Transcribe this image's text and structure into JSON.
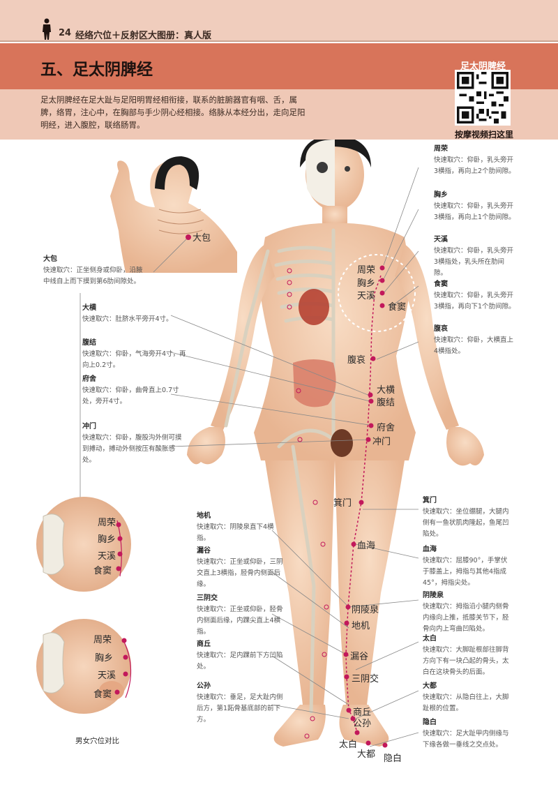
{
  "header": {
    "page_number": "24",
    "book_title": "经络穴位＋反射区大图册：真人版"
  },
  "chapter": {
    "title": "五、足太阴脾经",
    "intro": "足太阴脾经在足大趾与足阳明胃经相衔接，联系的脏腑器官有咽、舌，属脾，络胃，注心中，在胸部与手少阴心经相接。络脉从本经分出，走向足阳明经，进入腹腔，联络肠胃。"
  },
  "qr": {
    "title": "足太阴脾经",
    "caption": "按摩视频扫这里"
  },
  "entries_left": [
    {
      "name": "大包",
      "desc": "快速取穴：正坐侧身或仰卧，沿腋中线自上而下摸到第6肋间隙处。"
    },
    {
      "name": "大横",
      "desc": "快速取穴：肚脐水平旁开4寸。"
    },
    {
      "name": "腹结",
      "desc": "快速取穴：仰卧，气海旁开4寸，再向上0.2寸。"
    },
    {
      "name": "府舍",
      "desc": "快速取穴：仰卧，曲骨直上0.7寸处，旁开4寸。"
    },
    {
      "name": "冲门",
      "desc": "快速取穴：仰卧，腹股沟外侧可摸到搏动，搏动外侧按压有酸胀感处。"
    }
  ],
  "entries_mid": [
    {
      "name": "地机",
      "desc": "快速取穴：阴陵泉直下4横指。"
    },
    {
      "name": "漏谷",
      "desc": "快速取穴：正坐或仰卧，三阴交直上3横指，胫骨内侧面后缘。"
    },
    {
      "name": "三阴交",
      "desc": "快速取穴：正坐或仰卧，胫骨内侧面后缘，内踝尖直上4横指。"
    },
    {
      "name": "商丘",
      "desc": "快速取穴：足内踝前下方凹陷处。"
    },
    {
      "name": "公孙",
      "desc": "快速取穴：垂足，足大趾内侧后方，第1跖骨基底部的前下方。"
    }
  ],
  "entries_right": [
    {
      "name": "周荣",
      "desc": "快速取穴：仰卧，乳头旁开3横指，再向上2个肋间隙。"
    },
    {
      "name": "胸乡",
      "desc": "快速取穴：仰卧，乳头旁开3横指，再向上1个肋间隙。"
    },
    {
      "name": "天溪",
      "desc": "快速取穴：仰卧，乳头旁开3横指处，乳头所在肋间隙。"
    },
    {
      "name": "食窦",
      "desc": "快速取穴：仰卧，乳头旁开3横指，再向下1个肋间隙。"
    },
    {
      "name": "腹哀",
      "desc": "快速取穴：仰卧，大横直上4横指处。"
    }
  ],
  "entries_right_lower": [
    {
      "name": "箕门",
      "desc": "快速取穴：坐位绷腿，大腿内侧有一鱼状肌肉隆起，鱼尾凹陷处。"
    },
    {
      "name": "血海",
      "desc": "快速取穴：屈膝90°，手掌伏于膝盖上，拇指与其他4指成45°，拇指尖处。"
    },
    {
      "name": "阴陵泉",
      "desc": "快速取穴：拇指沿小腿内侧骨内缘向上推，抵膝关节下，胫骨向内上弯曲凹陷处。"
    },
    {
      "name": "太白",
      "desc": "快速取穴：大脚趾根部往脚背方向下有一块凸起的骨头，太白在这块骨头的后面。"
    },
    {
      "name": "大都",
      "desc": "快速取穴：从隐白往上，大脚趾根的位置。"
    },
    {
      "name": "隐白",
      "desc": "快速取穴：足大趾甲内侧缘与下缘各做一垂线之交点处。"
    }
  ],
  "point_labels": {
    "dabao": "大包",
    "zhourong": "周荣",
    "xiongxiang": "胸乡",
    "tianxi": "天溪",
    "shidou": "食窦",
    "fuai": "腹哀",
    "daheng": "大横",
    "fujie": "腹结",
    "fushe": "府舍",
    "chongmen": "冲门",
    "jimen": "箕门",
    "xuehai": "血海",
    "yinlingquan": "阴陵泉",
    "diji": "地机",
    "lougu": "漏谷",
    "sanyinjiao": "三阴交",
    "shangqiu": "商丘",
    "gongsun": "公孙",
    "taibai": "太白",
    "dadu": "大都",
    "yinbai": "隐白"
  },
  "inset": {
    "male": [
      "周荣",
      "胸乡",
      "天溪",
      "食窦"
    ],
    "female": [
      "周荣",
      "胸乡",
      "天溪",
      "食窦"
    ],
    "caption": "男女穴位对比"
  },
  "colors": {
    "accent": "#d8745a",
    "band_light": "#efc8b6",
    "top_band": "#f0cdbd",
    "point": "#c2185b",
    "skin": "#f2c9a9"
  }
}
